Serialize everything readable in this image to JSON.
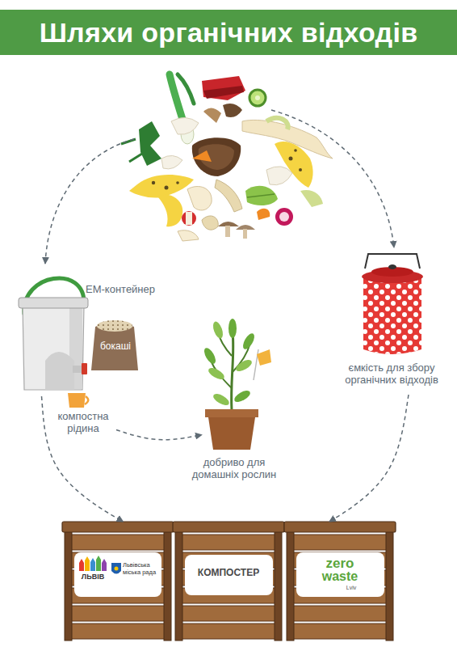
{
  "diagram": {
    "title": "Шляхи органічних відходів",
    "nodes": [
      {
        "text": [
          "ЕМ-контейнер"
        ]
      },
      {
        "text": [
          "бокаші"
        ]
      },
      {
        "text": [
          "компостна рідина"
        ]
      },
      {
        "text": [
          "добриво для домашніх рослин"
        ]
      },
      {
        "text": [
          "ємкість для збору органічних відходів"
        ]
      },
      {
        "text": [
          "ЛЬВІВ",
          "Львівська міська рада"
        ]
      },
      {
        "text": [
          "КОМПОСТЕР"
        ]
      },
      {
        "text": [
          "zero",
          "waste",
          "Lviv"
        ]
      }
    ],
    "edges": [
      {
        "from": 0,
        "to": 5,
        "arrow": "to"
      },
      {
        "from": 2,
        "to": 3,
        "arrow": "to"
      },
      {
        "from": 4,
        "to": 7,
        "arrow": "to"
      }
    ]
  }
}
